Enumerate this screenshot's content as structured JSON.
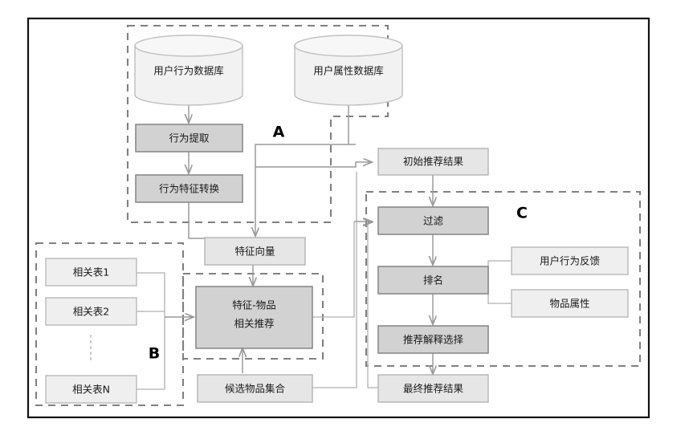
{
  "diagram": {
    "title": "recommendation-system-flowchart",
    "colors": {
      "frame": "#111111",
      "group_dash": "#808080",
      "box_dark": "#d2d2d2",
      "box_light": "#e6e6e6",
      "box_pale": "#efefef",
      "cylinder": "#f2f2f2",
      "connector": "#9a9a9a",
      "text": "#1a1a1a"
    },
    "groups": [
      {
        "id": "A",
        "letter": "A"
      },
      {
        "id": "B",
        "letter": "B"
      },
      {
        "id": "C",
        "letter": "C"
      }
    ],
    "nodes": {
      "user_behavior_db": "用户行为数据库",
      "user_attribute_db": "用户属性数据库",
      "behavior_extraction": "行为提取",
      "behavior_feature_transform": "行为特征转换",
      "feature_vector": "特征向量",
      "related_table_1": "相关表1",
      "related_table_2": "相关表2",
      "related_table_n": "相关表N",
      "feature_item_rec_line1": "特征-物品",
      "feature_item_rec_line2": "相关推荐",
      "candidate_item_set": "候选物品集合",
      "initial_rec_result": "初始推荐结果",
      "filter": "过滤",
      "ranking": "排名",
      "rec_explanation_choice": "推荐解释选择",
      "final_rec_result": "最终推荐结果",
      "user_behavior_feedback": "用户行为反馈",
      "item_attribute": "物品属性"
    }
  }
}
